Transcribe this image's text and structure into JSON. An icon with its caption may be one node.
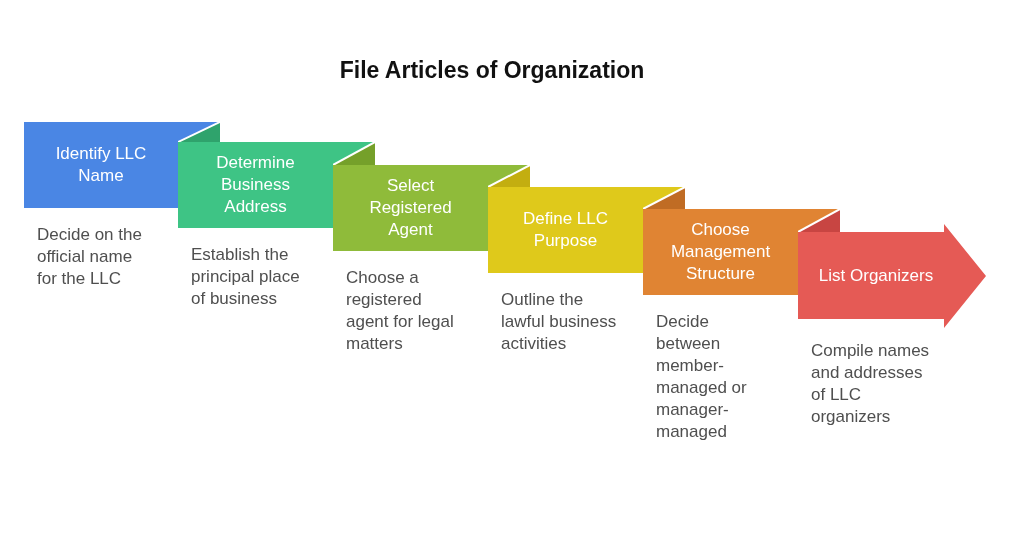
{
  "diagram": {
    "title": "File Articles of Organization",
    "nodes": [
      {
        "text": [
          "Identify LLC Name"
        ],
        "beside": [
          "Decide on the official name for the LLC"
        ]
      },
      {
        "text": [
          "Determine Business Address"
        ],
        "beside": [
          "Establish the principal place of business"
        ]
      },
      {
        "text": [
          "Select Registered Agent"
        ],
        "beside": [
          "Choose a registered agent for legal matters"
        ]
      },
      {
        "text": [
          "Define LLC Purpose"
        ],
        "beside": [
          "Outline the lawful business activities"
        ]
      },
      {
        "text": [
          "Choose Management Structure"
        ],
        "beside": [
          "Decide between member-managed or manager-managed"
        ]
      },
      {
        "text": [
          "List Organizers"
        ],
        "beside": [
          "Compile names and addresses of LLC organizers"
        ]
      }
    ]
  }
}
